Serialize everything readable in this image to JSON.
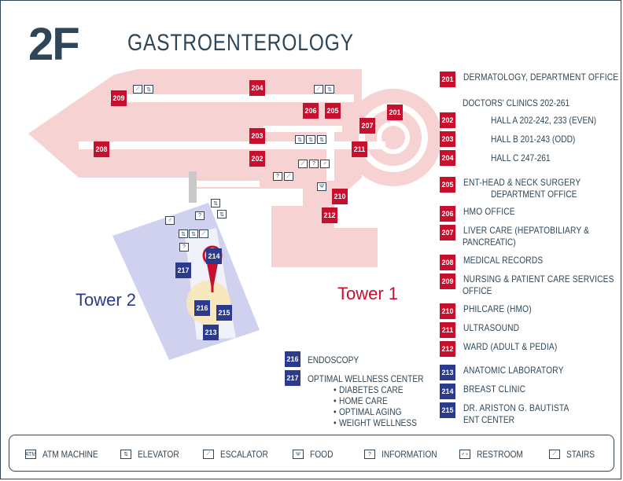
{
  "header": {
    "floor": "2F",
    "department": "GASTROENTEROLOGY"
  },
  "towers": {
    "tower1": "Tower 1",
    "tower2": "Tower 2"
  },
  "colors": {
    "tower1_fill": "#f6d2d2",
    "tower2_fill": "#cfd1ee",
    "red": "#c8102e",
    "blue": "#2b3a8a",
    "text": "#2e4658"
  },
  "map_rooms": [
    "201",
    "202",
    "203",
    "204",
    "205",
    "206",
    "207",
    "208",
    "209",
    "210",
    "211",
    "212",
    "213",
    "214",
    "215",
    "216",
    "217"
  ],
  "legend": {
    "r201": "DERMATOLOGY, DEPARTMENT OFFICE",
    "clinics_heading": "DOCTORS' CLINICS 202-261",
    "r202": "HALL A 202-242, 233 (EVEN)",
    "r203": "HALL B 201-243 (ODD)",
    "r204": "HALL C 247-261",
    "r205_l1": "ENT-HEAD & NECK SURGERY",
    "r205_l2": "DEPARTMENT OFFICE",
    "r206": "HMO OFFICE",
    "r207_l1": "LIVER CARE (HEPATOBILIARY &",
    "r207_l2": "PANCREATIC)",
    "r208": "MEDICAL RECORDS",
    "r209_l1": "NURSING & PATIENT CARE SERVICES",
    "r209_l2": "OFFICE",
    "r210": "PHILCARE (HMO)",
    "r211": "ULTRASOUND",
    "r212": "WARD (ADULT & PEDIA)",
    "r213": "ANATOMIC LABORATORY",
    "r214": "BREAST CLINIC",
    "r215_l1": "DR. ARISTON G. BAUTISTA",
    "r215_l2": "ENT CENTER",
    "r216": "ENDOSCOPY",
    "r217": "OPTIMAL WELLNESS CENTER",
    "r217_services": [
      "DIABETES CARE",
      "HOME CARE",
      "OPTIMAL AGING",
      "WEIGHT WELLNESS"
    ]
  },
  "key": [
    {
      "icon": "atm-icon",
      "glyph": "ATM",
      "label": "ATM MACHINE"
    },
    {
      "icon": "elevator-icon",
      "glyph": "⇅",
      "label": "ELEVATOR"
    },
    {
      "icon": "escalator-icon",
      "glyph": "⟋",
      "label": "ESCALATOR"
    },
    {
      "icon": "food-icon",
      "glyph": "🍴",
      "label": "FOOD"
    },
    {
      "icon": "information-icon",
      "glyph": "?",
      "label": "INFORMATION"
    },
    {
      "icon": "restroom-icon",
      "glyph": "♂♀",
      "label": "RESTROOM"
    },
    {
      "icon": "stairs-icon",
      "glyph": "⟋",
      "label": "STAIRS"
    }
  ]
}
